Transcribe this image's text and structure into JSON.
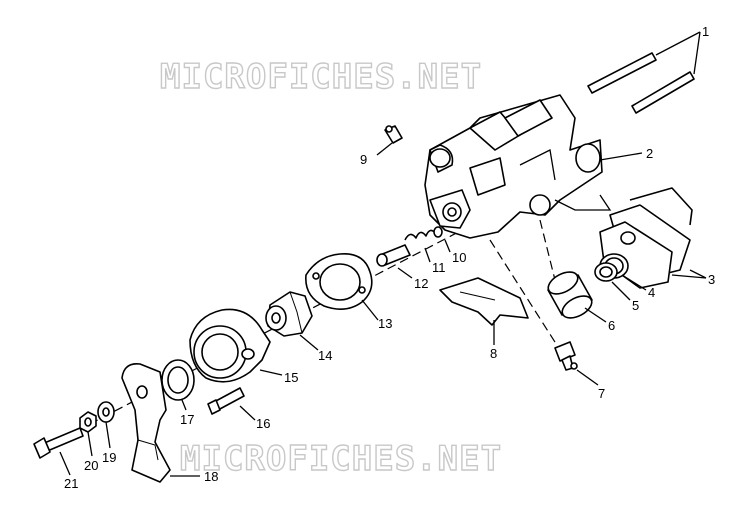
{
  "watermark_text": "MICROFICHES.NET",
  "callouts": [
    "1",
    "2",
    "3",
    "4",
    "5",
    "6",
    "7",
    "8",
    "9",
    "10",
    "11",
    "12",
    "13",
    "14",
    "15",
    "16",
    "17",
    "18",
    "19",
    "20",
    "21"
  ]
}
